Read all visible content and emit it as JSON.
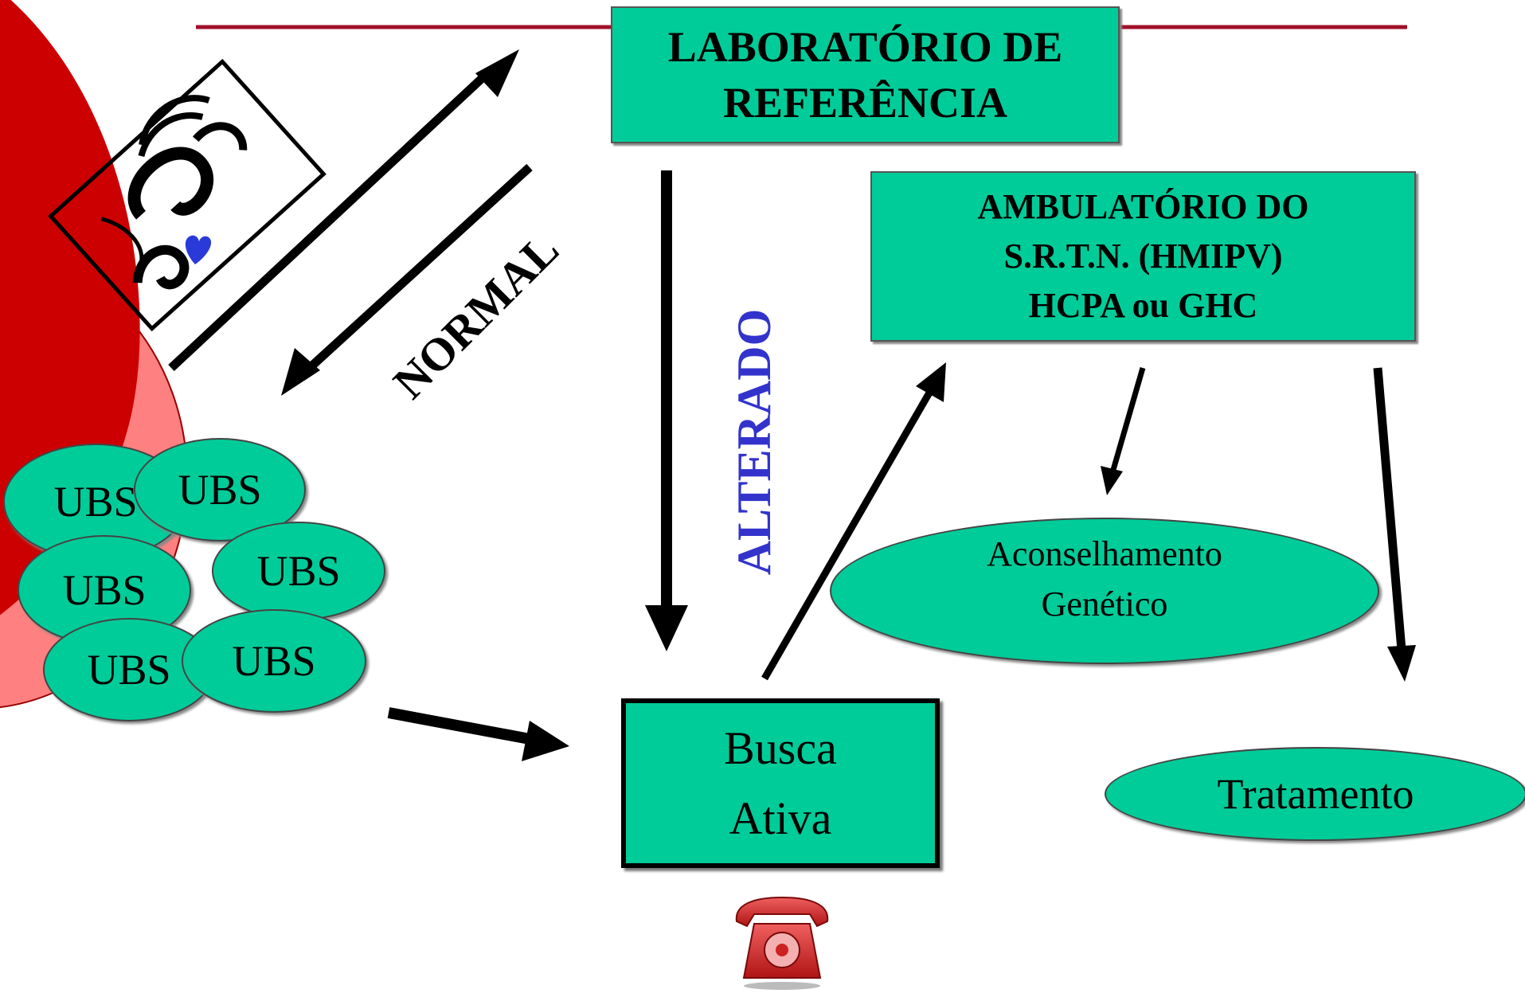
{
  "colors": {
    "box_fill": "#00cc99",
    "header_line": "#a0102a",
    "red_circle": "#cc0000",
    "pink_circle": "#ff8080",
    "alterado_text": "#3333cc",
    "phone": "#d42222"
  },
  "lab_box": {
    "lines": [
      "LABORATÓRIO DE",
      "REFERÊNCIA"
    ]
  },
  "ambulatorio_box": {
    "lines": [
      "AMBULATÓRIO DO",
      "S.R.T.N. (HMIPV)",
      "HCPA ou GHC"
    ]
  },
  "busca_box": {
    "lines": [
      "Busca",
      "Ativa"
    ]
  },
  "aconselhamento": {
    "lines": [
      "Aconselhamento",
      "Genético"
    ]
  },
  "tratamento": {
    "label": "Tratamento"
  },
  "ubs_labels": [
    "UBS",
    "UBS",
    "UBS",
    "UBS",
    "UBS",
    "UBS"
  ],
  "arrow_labels": {
    "normal": "NORMAL",
    "alterado": "ALTERADO"
  },
  "icons": {
    "logo": "newborn-screening-logo",
    "phone": "telephone-icon"
  }
}
